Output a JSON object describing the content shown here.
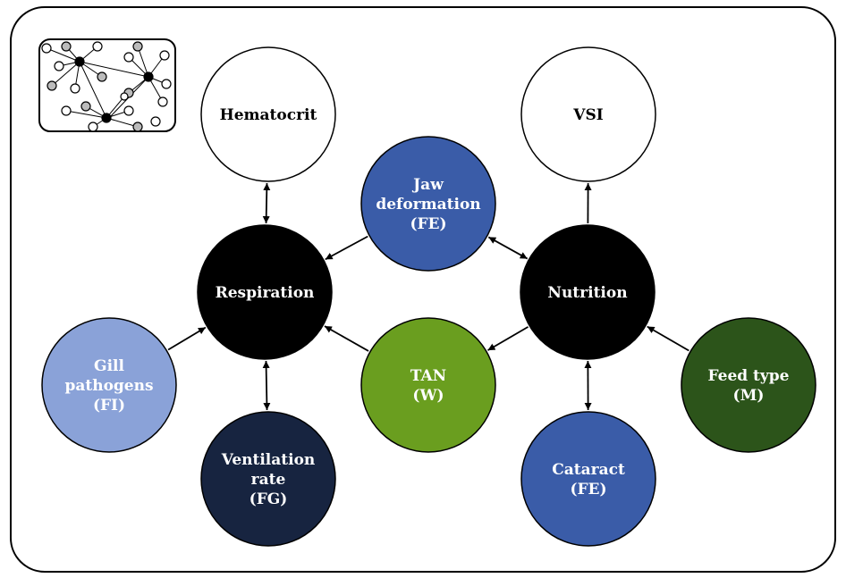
{
  "diagram": {
    "nodes": [
      {
        "id": "hematocrit",
        "lines": [
          "Hematocrit"
        ],
        "fill": "#ffffff",
        "text_color": "#000000"
      },
      {
        "id": "vsi",
        "lines": [
          "VSI"
        ],
        "fill": "#ffffff",
        "text_color": "#000000"
      },
      {
        "id": "jaw",
        "lines": [
          "Jaw",
          "deformation",
          "(FE)"
        ],
        "fill": "#3a5ca8",
        "text_color": "#ffffff"
      },
      {
        "id": "respiration",
        "lines": [
          "Respiration"
        ],
        "fill": "#000000",
        "text_color": "#ffffff"
      },
      {
        "id": "nutrition",
        "lines": [
          "Nutrition"
        ],
        "fill": "#000000",
        "text_color": "#ffffff"
      },
      {
        "id": "gill",
        "lines": [
          "Gill",
          "pathogens",
          "(FI)"
        ],
        "fill": "#8aa2d8",
        "text_color": "#ffffff"
      },
      {
        "id": "tan",
        "lines": [
          "TAN",
          "(W)"
        ],
        "fill": "#6a9e1f",
        "text_color": "#ffffff"
      },
      {
        "id": "feed",
        "lines": [
          "Feed type",
          "(M)"
        ],
        "fill": "#2c541a",
        "text_color": "#ffffff"
      },
      {
        "id": "ventilation",
        "lines": [
          "Ventilation",
          "rate",
          "(FG)"
        ],
        "fill": "#172440",
        "text_color": "#ffffff"
      },
      {
        "id": "cataract",
        "lines": [
          "Cataract",
          "(FE)"
        ],
        "fill": "#3a5ca8",
        "text_color": "#ffffff"
      }
    ],
    "edges": [
      {
        "from": "respiration",
        "to": "hematocrit",
        "bidirectional": true
      },
      {
        "from": "jaw",
        "to": "respiration",
        "bidirectional": false
      },
      {
        "from": "jaw",
        "to": "nutrition",
        "bidirectional": true
      },
      {
        "from": "nutrition",
        "to": "vsi",
        "bidirectional": false
      },
      {
        "from": "gill",
        "to": "respiration",
        "bidirectional": false
      },
      {
        "from": "tan",
        "to": "respiration",
        "bidirectional": false
      },
      {
        "from": "nutrition",
        "to": "tan",
        "bidirectional": false
      },
      {
        "from": "respiration",
        "to": "ventilation",
        "bidirectional": true
      },
      {
        "from": "nutrition",
        "to": "cataract",
        "bidirectional": true
      },
      {
        "from": "feed",
        "to": "nutrition",
        "bidirectional": false
      }
    ],
    "colors": {
      "border": "#000000",
      "background": "#ffffff",
      "edge": "#000000"
    },
    "inset_icon": "network-graph-icon"
  }
}
